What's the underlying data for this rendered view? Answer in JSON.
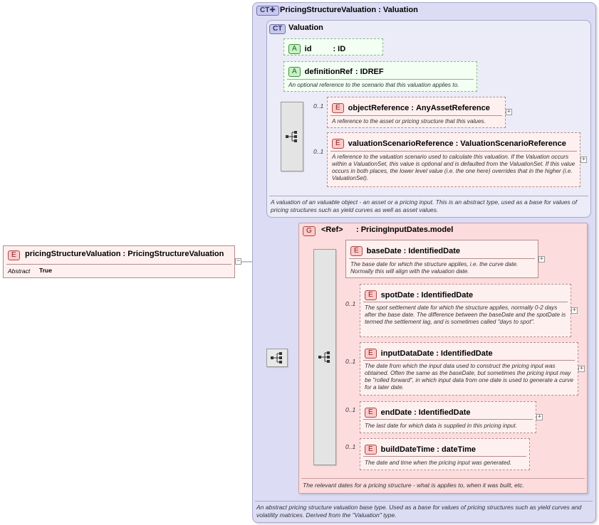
{
  "root": {
    "badge": "E",
    "name": "pricingStructureValuation",
    "type": "PricingStructureValuation",
    "prop_label": "Abstract",
    "prop_value": "True"
  },
  "outer_ct": {
    "badge": "CT",
    "name": "PricingStructureValuation",
    "base": "Valuation",
    "description": "An abstract pricing structure valuation base type. Used as a base for values of pricing structures such as yield curves and volatility matrices. Derived from the \"Valuation\" type."
  },
  "inner_ct": {
    "badge": "CT",
    "name": "Valuation",
    "description": "A valuation of an valuable object - an asset or a pricing input. This is an abstract type, used as a base for values of pricing structures such as yield curves as well as asset values."
  },
  "attributes": [
    {
      "badge": "A",
      "name": "id",
      "type": ": ID",
      "description": ""
    },
    {
      "badge": "A",
      "name": "definitionRef",
      "type": ": IDREF",
      "description": "An optional reference to the scenario that this valuation applies to."
    }
  ],
  "valuation_elements": [
    {
      "badge": "E",
      "occurs": "0..1",
      "name": "objectReference",
      "type": "AnyAssetReference",
      "description": "A reference to the asset or pricing structure that this values."
    },
    {
      "badge": "E",
      "occurs": "0..1",
      "name": "valuationScenarioReference",
      "type": "ValuationScenarioReference",
      "description": "A reference to the valuation scenario used to calculate this valuation. If the Valuation occurs within a ValuationSet, this value is optional and is defaulted from the ValuationSet. If this value occurs in both places, the lower level value (i.e. the one here) overrides that in the higher (i.e. ValuationSet)."
    }
  ],
  "group": {
    "badge": "G",
    "ref": "<Ref>",
    "name": ": PricingInputDates.model",
    "description": "The relevant dates for a pricing structure - what is applies to, when it was built, etc."
  },
  "group_elements": [
    {
      "badge": "E",
      "occurs": "",
      "name": "baseDate",
      "type": "IdentifiedDate",
      "description": "The base date for which the structure applies, i.e. the curve date. Normally this will align with the valuation date."
    },
    {
      "badge": "E",
      "occurs": "0..1",
      "name": "spotDate",
      "type": "IdentifiedDate",
      "description": "The spot settlement date for which the structure applies, normally 0-2 days after the base date. The difference between the baseDate and the spotDate is termed the settlement lag, and is sometimes called \"days to spot\"."
    },
    {
      "badge": "E",
      "occurs": "0..1",
      "name": "inputDataDate",
      "type": "IdentifiedDate",
      "description": "The date from which the input data used to construct the pricing input was obtained. Often the same as the baseDate, but sometimes the pricing input may be \"rolled forward\", in which input data from one date is used to generate a curve for a later date."
    },
    {
      "badge": "E",
      "occurs": "0..1",
      "name": "endDate",
      "type": "IdentifiedDate",
      "description": "The last date for which data is supplied in this pricing input."
    },
    {
      "badge": "E",
      "occurs": "0..1",
      "name": "buildDateTime",
      "type": "dateTime",
      "description": "The date and time when the pricing input was generated."
    }
  ],
  "expand_symbol": "+",
  "collapse_symbol": "−",
  "colors": {
    "ct_bg": "#dcdcf5",
    "group_bg": "#fcdcdc",
    "element_bg": "#fff0f0",
    "attribute_bg": "#f2fff2"
  }
}
